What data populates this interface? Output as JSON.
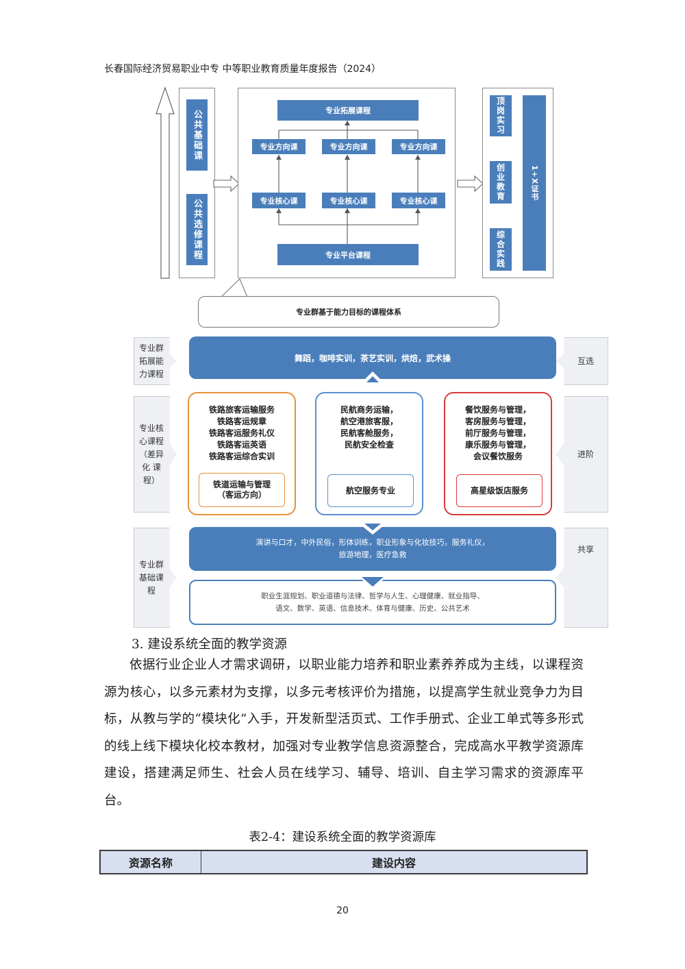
{
  "header": {
    "title": "长春国际经济贸易职业中专 中等职业教育质量年度报告（2024）"
  },
  "diagram1": {
    "left_column": [
      "公共基础课",
      "公共选修课程"
    ],
    "expand_course": "专业拓展课程",
    "direction_courses": [
      "专业方向课",
      "专业方向课",
      "专业方向课"
    ],
    "core_courses": [
      "专业核心课",
      "专业核心课",
      "专业核心课"
    ],
    "platform_course": "专业平台课程",
    "right_column": [
      "顶岗实习",
      "创业教育",
      "综合实践"
    ],
    "certificate": "1+X证书",
    "caption": "专业群基于能力目标的课程体系"
  },
  "diagram2": {
    "left_labels": [
      "专业群拓展能力课程",
      "专业核心课程（差异化 课程）",
      "专业群基础课程"
    ],
    "right_labels": [
      "互选",
      "进阶",
      "共享"
    ],
    "top_bar": "舞蹈，咖啡实训，茶艺实训，烘焙，武术操",
    "cards": [
      {
        "courses": "铁路旅客运输服务\n铁路客运规章\n铁路客运服务礼仪\n铁路客运英语\n铁路客运综合实训",
        "major": "铁道运输与管理\n（客运方向）",
        "color": "#e8913a"
      },
      {
        "courses": "民航商务运输，\n航空港旅客服，\n民航客舱服务，\n民航安全检查",
        "major": "航空服务专业",
        "color": "#5b8fcf"
      },
      {
        "courses": "餐饮服务与管理，\n客房服务与管理，\n前厅服务与管理，\n康乐服务与管理，\n会议餐饮服务",
        "major": "高星级饭店服务",
        "color": "#d83a3a"
      }
    ],
    "mid_bar": "演讲与口才，中外民俗，形体训练，职业形象与化妆技巧，服务礼仪，\n旅游地理，医疗急救",
    "bottom_box": "职业生涯规划、职业道德与法律、哲学与人生、心理健康、就业指导、\n语文、数学、英语、信息技术、体育与健康、历史、公共艺术"
  },
  "section": {
    "heading": "3. 建设系统全面的教学资源",
    "paragraph": "依据行业企业人才需求调研，以职业能力培养和职业素养养成为主线，以课程资源为核心，以多元素材为支撑，以多元考核评价为措施，以提高学生就业竞争力为目标，从教与学的“模块化”入手，开发新型活页式、工作手册式、企业工单式等多形式的线上线下模块化校本教材，加强对专业教学信息资源整合，完成高水平教学资源库建设，搭建满足师生、社会人员在线学习、辅导、培训、自主学习需求的资源库平台。"
  },
  "table": {
    "caption": "表2-4：建设系统全面的教学资源库",
    "headers": [
      "资源名称",
      "建设内容"
    ]
  },
  "footer": {
    "page_number": "20"
  }
}
